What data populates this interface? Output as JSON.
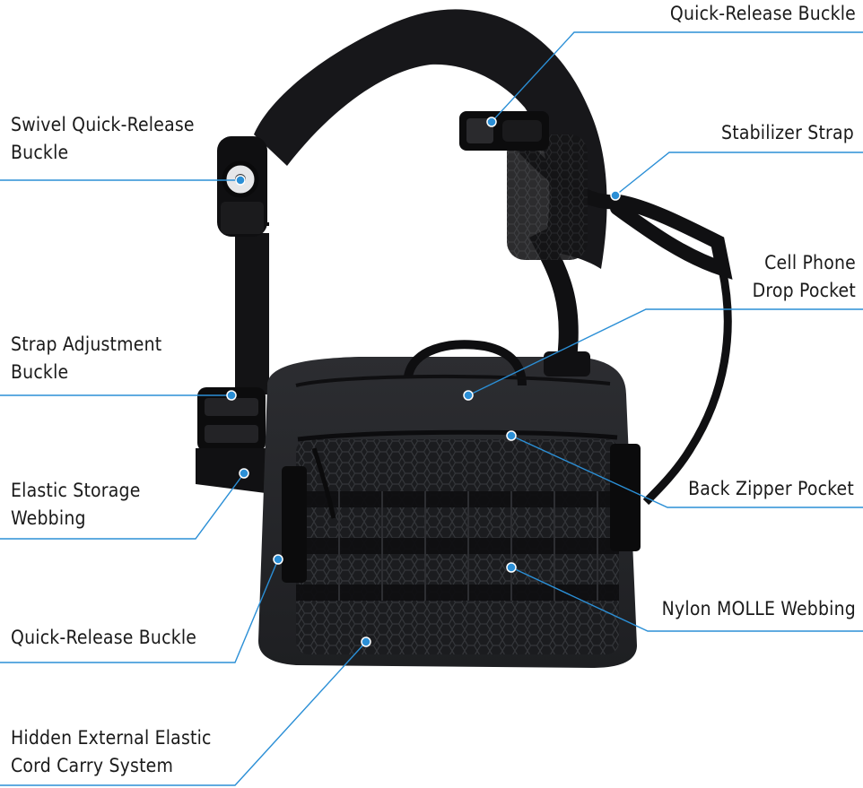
{
  "callouts": {
    "quick_release_top": "Quick-Release Buckle",
    "swivel": [
      "Swivel Quick-Release",
      "Buckle"
    ],
    "stabilizer": "Stabilizer Strap",
    "cell_phone": [
      "Cell Phone",
      "Drop Pocket"
    ],
    "strap_adjust": [
      "Strap Adjustment",
      "Buckle"
    ],
    "elastic_storage": [
      "Elastic Storage",
      "Webbing"
    ],
    "back_zipper": "Back Zipper Pocket",
    "nylon_molle": "Nylon MOLLE Webbing",
    "quick_release_side": "Quick-Release Buckle",
    "hidden_cord": [
      "Hidden External Elastic",
      "Cord Carry System"
    ]
  },
  "colors": {
    "leader": "#2b8fd6",
    "bag_body": "#222326",
    "bag_dark": "#141416",
    "strap": "#101012",
    "text": "#1a1a1a"
  }
}
